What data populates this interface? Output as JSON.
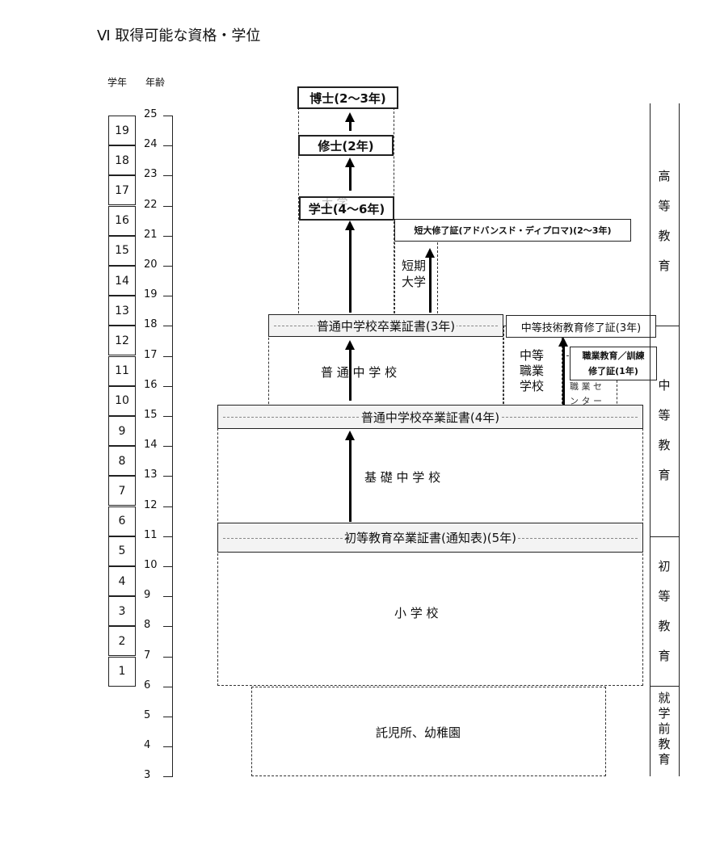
{
  "title": "Ⅵ 取得可能な資格・学位",
  "headers": {
    "grade": "学年",
    "age": "年齢"
  },
  "grades": [
    "19",
    "18",
    "17",
    "16",
    "15",
    "14",
    "13",
    "12",
    "11",
    "10",
    "9",
    "8",
    "7",
    "6",
    "5",
    "4",
    "3",
    "2",
    "1"
  ],
  "ages": [
    "25",
    "24",
    "23",
    "22",
    "21",
    "20",
    "19",
    "18",
    "17",
    "16",
    "15",
    "14",
    "13",
    "12",
    "11",
    "10",
    "9",
    "8",
    "7",
    "6",
    "5",
    "4",
    "3"
  ],
  "degrees": {
    "doctor": "博士(2〜3年)",
    "master": "修士(2年)",
    "bachelor": "学士(4〜6年)",
    "bachelor_faint": "大 学"
  },
  "certs": {
    "advanced_diploma": "短大修了証(アドバンスド・ディプロマ)(2〜3年)",
    "general_secondary": "普通中学校卒業証書(3年)",
    "technical_secondary": "中等技術教育修了証(3年)",
    "vocational": [
      "職業教育／訓練",
      "修了証(1年)"
    ],
    "basic_secondary": "普通中学校卒業証書(4年)",
    "primary": "初等教育卒業証書(通知表)(5年)"
  },
  "schools": {
    "junior_college": [
      "短期",
      "大学"
    ],
    "general_secondary": "普 通 中 学 校",
    "vocational_secondary": [
      "中等",
      "職業",
      "学校"
    ],
    "vocational_center": [
      "職 業 セ",
      "ン タ ー"
    ],
    "basic_secondary": "基 礎 中 学 校",
    "primary": "小 学 校",
    "preschool": "託児所、幼稚園"
  },
  "stages": {
    "higher": [
      "高",
      "等",
      "教",
      "育"
    ],
    "secondary": [
      "中",
      "等",
      "教",
      "育"
    ],
    "primary": [
      "初",
      "等",
      "教",
      "育"
    ],
    "preschool": [
      "就",
      "学",
      "前",
      "教",
      "育"
    ]
  }
}
